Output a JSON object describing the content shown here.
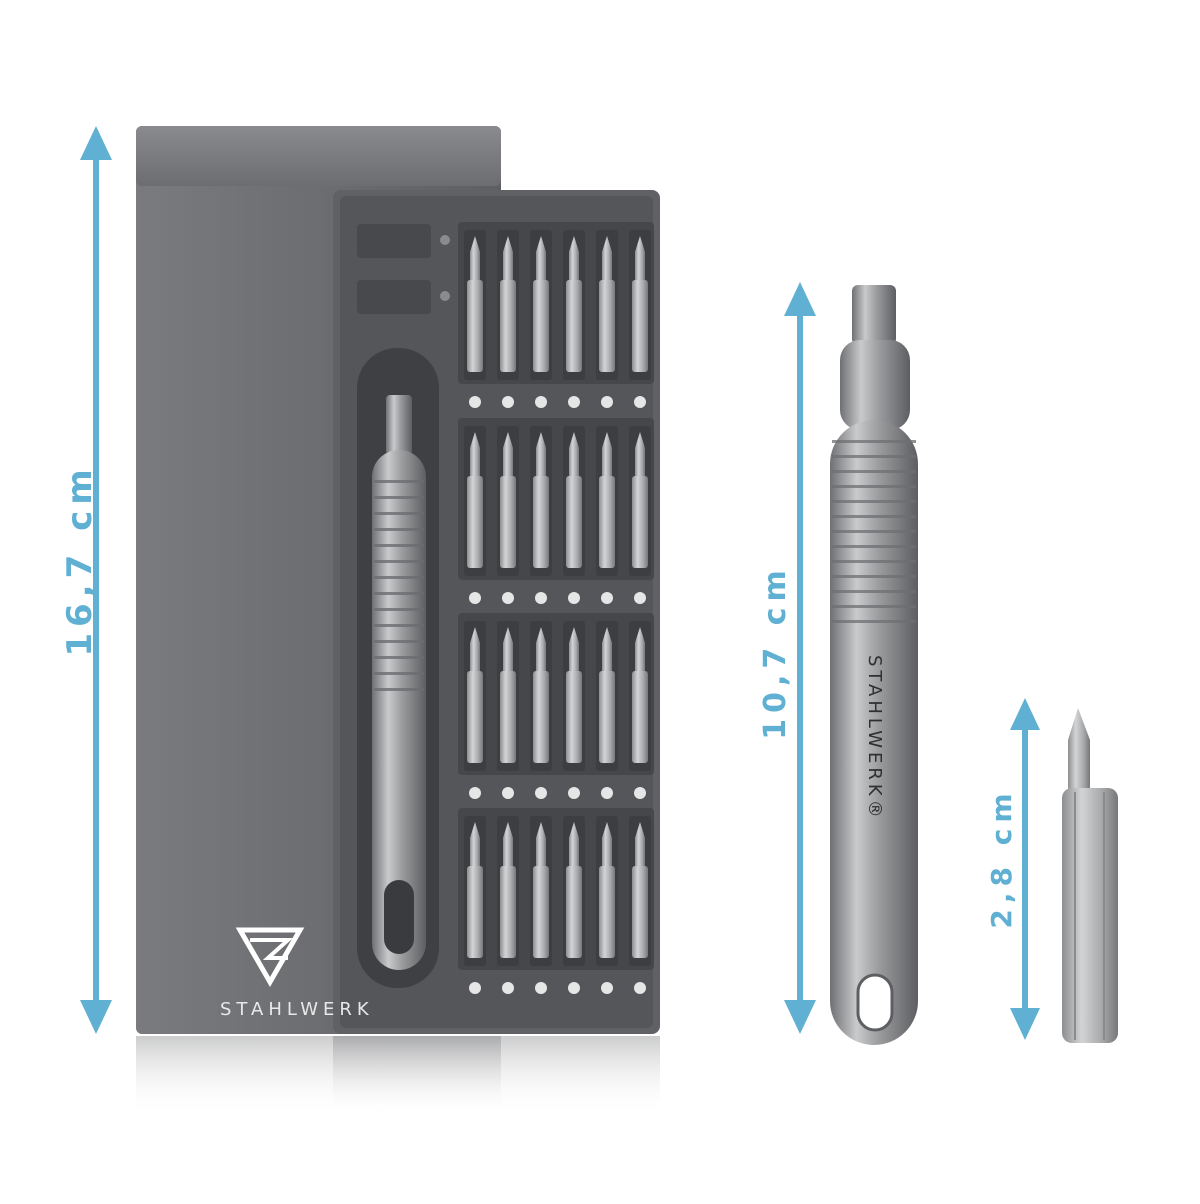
{
  "dimensions": {
    "case_height": "16,7 cm",
    "handle_length": "10,7 cm",
    "bit_length": "2,8 cm"
  },
  "brand": {
    "case_text": "STAHLWERK",
    "handle_text": "STAHLWERK®"
  },
  "colors": {
    "accent": "#5fb0d2",
    "case": "#6e6f72",
    "tray": "#58595c",
    "metal": "#a7a8aa"
  }
}
